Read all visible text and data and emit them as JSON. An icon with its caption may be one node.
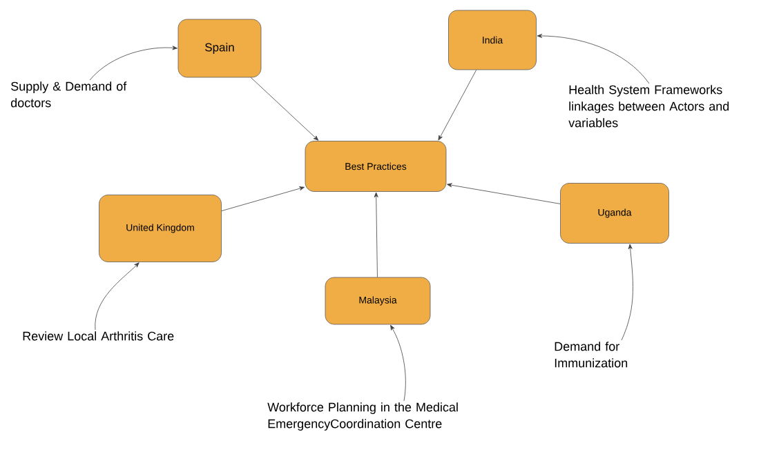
{
  "diagram": {
    "nodes": [
      {
        "text": [
          "Spain"
        ]
      },
      {
        "text": [
          "India"
        ]
      },
      {
        "text": [
          "Best Practices"
        ]
      },
      {
        "text": [
          "United Kingdom"
        ]
      },
      {
        "text": [
          "Uganda"
        ]
      },
      {
        "text": [
          "Malaysia"
        ]
      },
      {
        "text": [
          "Supply & Demand of doctors"
        ]
      },
      {
        "text": [
          "Health System Frameworks linkages between Actors and variables"
        ]
      },
      {
        "text": [
          "Review Local Arthritis Care"
        ]
      },
      {
        "text": [
          "Demand for Immunization"
        ]
      },
      {
        "text": [
          "Workforce Planning in the Medical EmergencyCoordination Centre"
        ]
      }
    ],
    "edges": [
      {
        "from": 0,
        "to": 2,
        "arrow": "to"
      },
      {
        "from": 1,
        "to": 2,
        "arrow": "to"
      },
      {
        "from": 3,
        "to": 2,
        "arrow": "to"
      },
      {
        "from": 4,
        "to": 2,
        "arrow": "to"
      },
      {
        "from": 5,
        "to": 2,
        "arrow": "to"
      },
      {
        "from": 6,
        "to": 0,
        "arrow": "to"
      },
      {
        "from": 7,
        "to": 1,
        "arrow": "to"
      },
      {
        "from": 8,
        "to": 3,
        "arrow": "to"
      },
      {
        "from": 9,
        "to": 4,
        "arrow": "to"
      },
      {
        "from": 10,
        "to": 5,
        "arrow": "to"
      }
    ]
  }
}
